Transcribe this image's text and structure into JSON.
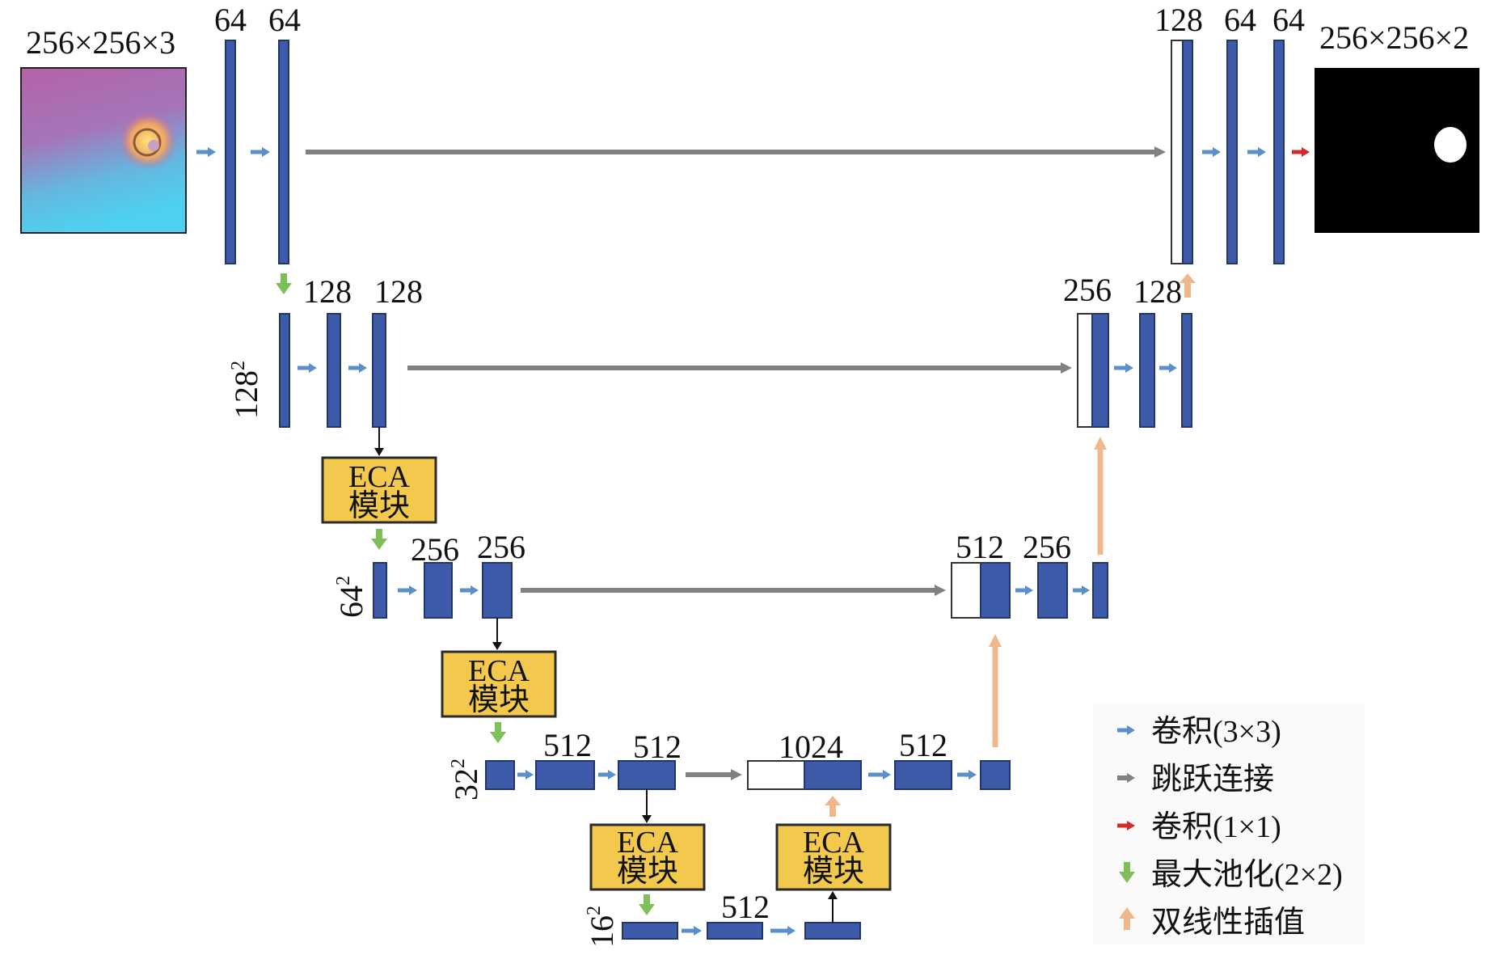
{
  "colors": {
    "block_fill": "#3d5ba8",
    "block_stroke": "#22366a",
    "eca_fill": "#f2c94c",
    "eca_stroke": "#2b2b2b",
    "conv_arrow": "#5b8fc9",
    "skip_arrow": "#808080",
    "conv1x1_arrow": "#d42a2a",
    "maxpool_arrow": "#7fbf5a",
    "upsample_arrow": "#f0b88a"
  },
  "input": {
    "size_label": "256×256×3"
  },
  "output": {
    "size_label": "256×256×2"
  },
  "eca": {
    "line1": "ECA",
    "line2": "模块"
  },
  "channels": {
    "l1_enc": [
      "64",
      "64"
    ],
    "l1_dec": [
      "128",
      "64",
      "64"
    ],
    "l2_enc": [
      "128",
      "128"
    ],
    "l2_dec": [
      "256",
      "128"
    ],
    "l3_enc": [
      "256",
      "256"
    ],
    "l3_dec": [
      "512",
      "256"
    ],
    "l4_enc": [
      "512",
      "512"
    ],
    "l4_dec": [
      "1024",
      "512"
    ],
    "l5": [
      "512"
    ]
  },
  "resolutions": {
    "l2": {
      "base": "128",
      "exp": "2"
    },
    "l3": {
      "base": "64",
      "exp": "2"
    },
    "l4": {
      "base": "32",
      "exp": "2"
    },
    "l5": {
      "base": "16",
      "exp": "2"
    }
  },
  "legend": [
    {
      "icon": "conv-arrow-icon",
      "label": "卷积(3×3)"
    },
    {
      "icon": "skip-arrow-icon",
      "label": "跳跃连接"
    },
    {
      "icon": "conv1x1-arrow-icon",
      "label": "卷积(1×1)"
    },
    {
      "icon": "maxpool-arrow-icon",
      "label": "最大池化(2×2)"
    },
    {
      "icon": "upsample-arrow-icon",
      "label": "双线性插值"
    }
  ]
}
